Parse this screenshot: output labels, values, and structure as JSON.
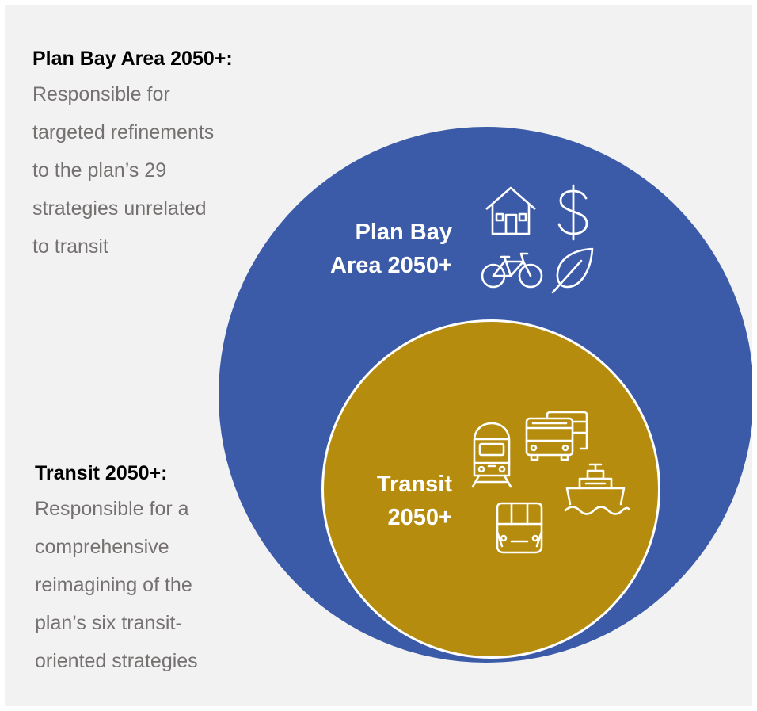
{
  "left_blocks": {
    "plan_bay_area": {
      "title": "Plan Bay Area 2050+:",
      "body": "Responsible for\ntargeted refinements\nto the plan’s 29\nstrategies unrelated\nto transit"
    },
    "transit": {
      "title": "Transit 2050+:",
      "body": "Responsible for a\ncomprehensive\nreimagining of the\nplan’s six transit-\noriented strategies"
    }
  },
  "circles": {
    "outer": {
      "label": "Plan Bay\nArea 2050+",
      "color": "#3b5ba9",
      "icons": [
        "house-icon",
        "dollar-icon",
        "bicycle-icon",
        "leaf-icon"
      ]
    },
    "inner": {
      "label": "Transit\n2050+",
      "color": "#b58c0e",
      "icons": [
        "train-icon",
        "buses-icon",
        "ferry-icon",
        "cable-car-icon"
      ]
    }
  },
  "colors": {
    "background": "#f2f2f2",
    "title_text": "#000000",
    "body_text": "#767171",
    "label_text": "#ffffff"
  }
}
